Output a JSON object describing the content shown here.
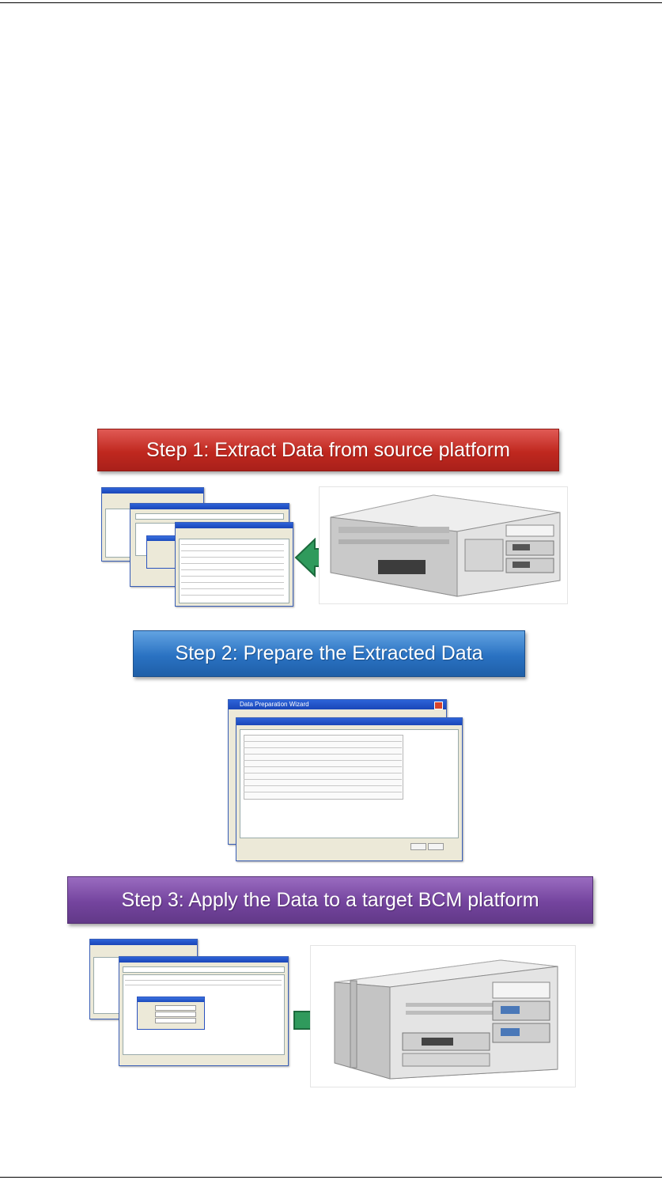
{
  "steps": [
    {
      "label": "Step 1: Extract Data from source platform",
      "color": "#c0281f"
    },
    {
      "label": "Step 2: Prepare the Extracted Data",
      "color": "#2a72c2"
    },
    {
      "label": "Step 3: Apply the Data to a target BCM platform",
      "color": "#74449e"
    }
  ],
  "wizard": {
    "title": "Data Preparation Wizard"
  },
  "icons": {
    "step1_arrow": "green-left-arrow-icon",
    "step3_arrow": "green-right-arrow-icon"
  }
}
